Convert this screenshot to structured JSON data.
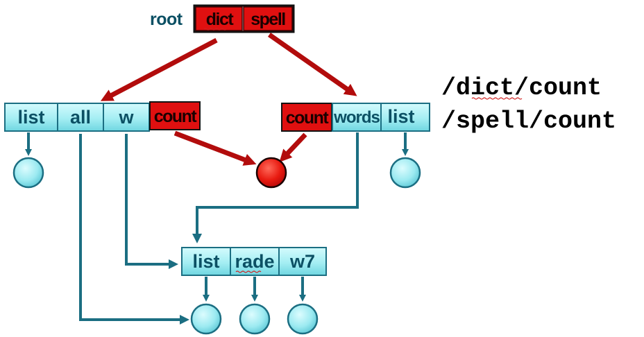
{
  "root": {
    "label": "root",
    "cells": [
      "dict",
      "spell"
    ]
  },
  "left_node": {
    "cells": [
      "list",
      "all",
      "w",
      "count"
    ]
  },
  "right_node": {
    "cells": [
      "count",
      "words",
      "list"
    ]
  },
  "bottom_node": {
    "cells": [
      "list",
      "rade",
      "w7"
    ]
  },
  "paths": [
    "/dict/count",
    "/spell/count"
  ],
  "colors": {
    "cyan_cell": "#a8f0f4",
    "red_cell": "#e01010",
    "teal_line": "#1b6e82",
    "red_arrow": "#b20c0c",
    "text_teal": "#0c5064"
  }
}
